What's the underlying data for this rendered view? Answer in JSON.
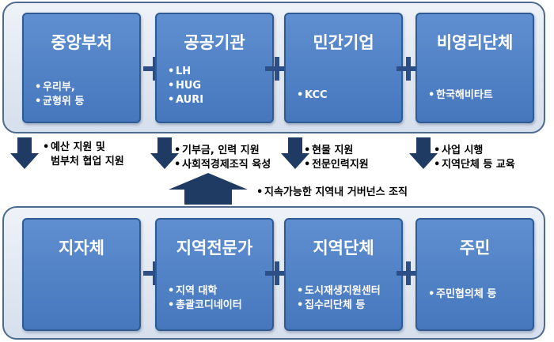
{
  "top": {
    "boxes": [
      {
        "title": "중앙부처",
        "items": [
          "우리부,",
          "균형위 등"
        ]
      },
      {
        "title": "공공기관",
        "items": [
          "LH",
          "HUG",
          "AURI"
        ]
      },
      {
        "title": "민간기업",
        "items": [
          "KCC"
        ]
      },
      {
        "title": "비영리단체",
        "items": [
          "한국해비타트"
        ]
      }
    ]
  },
  "middle": {
    "notes": [
      {
        "line1": "예산 지원 및",
        "line2": "범부처 협업 지원"
      },
      {
        "line1": "기부금, 인력 지원",
        "line2": "사회적경제조직 육성"
      },
      {
        "line1": "현물 지원",
        "line2": "전문인력지원"
      },
      {
        "line1": "사업 시행",
        "line2": "지역단체 등 교육"
      }
    ],
    "up_note": "지속가능한 지역내 거버넌스 조직"
  },
  "bottom": {
    "boxes": [
      {
        "title": "지자체",
        "items": []
      },
      {
        "title": "지역전문가",
        "items": [
          "지역 대학",
          "총괄코디네이터"
        ]
      },
      {
        "title": "지역단체",
        "items": [
          "도시재생지원센터",
          "집수리단체 등"
        ]
      },
      {
        "title": "주민",
        "items": [
          "주민협의체 등"
        ]
      }
    ]
  },
  "colors": {
    "box_fill": "#4f80c4",
    "box_border": "#2f5b95",
    "panel_fill": "#e3e9f2",
    "connector": "#2b4f86",
    "arrow": "#1f3a63"
  },
  "icons": [
    "plus-icon",
    "down-arrow-icon",
    "up-arrow-icon"
  ]
}
